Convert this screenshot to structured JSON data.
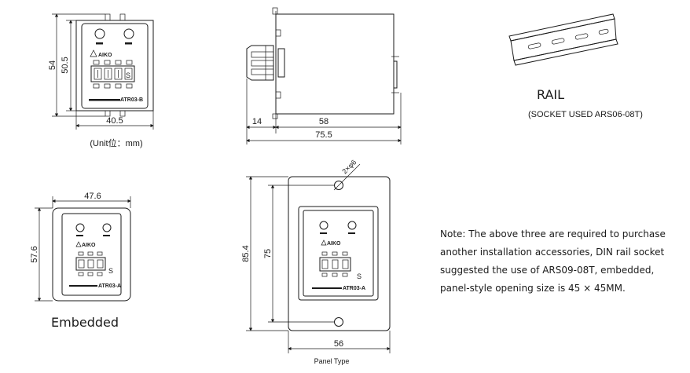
{
  "front_view": {
    "dim_height_outer": "54",
    "dim_height_inner": "50.5",
    "dim_width": "40.5",
    "model_label": "ATR03-B",
    "brand": "AIKO",
    "unit_note": "(Unit位：mm)"
  },
  "side_view": {
    "dim_pin": "14",
    "dim_body": "58",
    "dim_total": "75.5"
  },
  "rail": {
    "title": "RAIL",
    "caption": "(SOCKET USED ARS06-08T)"
  },
  "embedded": {
    "dim_width": "47.6",
    "dim_height": "57.6",
    "model_label": "ATR03-A",
    "brand": "AIKO",
    "unit_mark": "S",
    "title": "Embedded"
  },
  "panel": {
    "dim_height_outer": "85.4",
    "dim_height_inner": "75",
    "dim_width": "56",
    "hole_label": "2×φ6",
    "model_label": "ATR03-A",
    "brand": "AIKO",
    "unit_mark": "S",
    "title": "Panel Type"
  },
  "note": {
    "lines": [
      "Note: The above three are required to purchase",
      " another installation accessories, DIN rail socket",
      " suggested the use of ARS09-08T, embedded,",
      "panel-style opening size is 45 × 45MM."
    ]
  }
}
